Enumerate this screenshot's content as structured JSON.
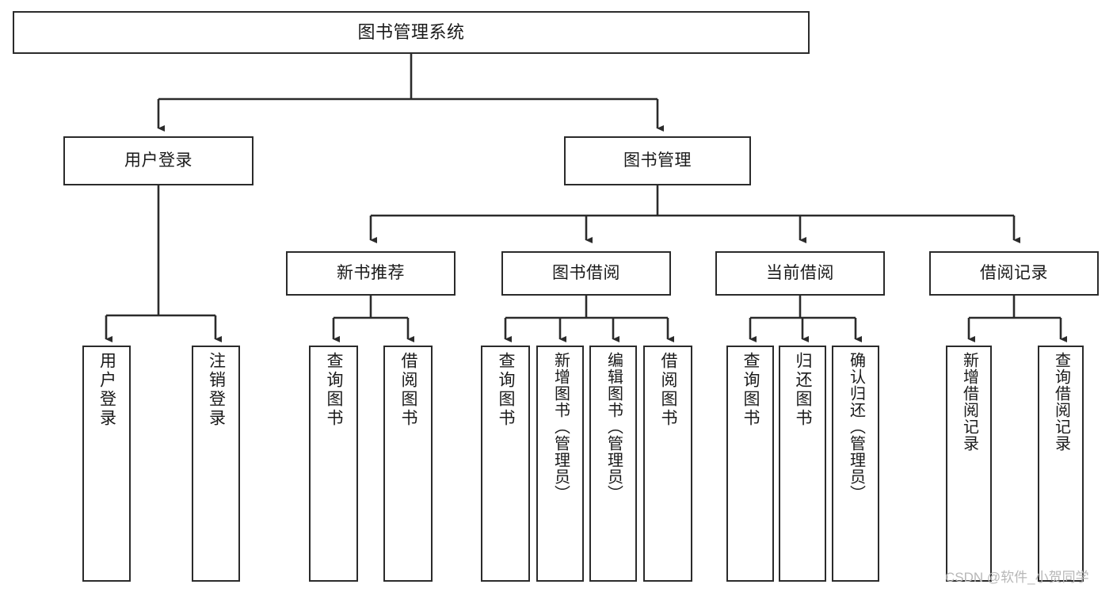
{
  "diagram": {
    "title": "图书管理系统",
    "type": "tree-hierarchy",
    "root": {
      "id": "root",
      "label": "图书管理系统"
    },
    "level2": [
      {
        "id": "user-login",
        "label": "用户登录"
      },
      {
        "id": "book-manage",
        "label": "图书管理"
      }
    ],
    "level3": [
      {
        "id": "new-book-rec",
        "label": "新书推荐",
        "parent": "book-manage"
      },
      {
        "id": "book-borrow",
        "label": "图书借阅",
        "parent": "book-manage"
      },
      {
        "id": "current-borrow",
        "label": "当前借阅",
        "parent": "book-manage"
      },
      {
        "id": "borrow-record",
        "label": "借阅记录",
        "parent": "book-manage"
      }
    ],
    "leaves": [
      {
        "id": "leaf-user-login",
        "label": "用户登录",
        "parent": "user-login"
      },
      {
        "id": "leaf-user-logout",
        "label": "注销登录",
        "parent": "user-login"
      },
      {
        "id": "leaf-rec-query",
        "label": "查询图书",
        "parent": "new-book-rec"
      },
      {
        "id": "leaf-rec-borrow",
        "label": "借阅图书",
        "parent": "new-book-rec"
      },
      {
        "id": "leaf-borrow-query",
        "label": "查询图书",
        "parent": "book-borrow"
      },
      {
        "id": "leaf-borrow-add",
        "label": "新增图书（管理员）",
        "parent": "book-borrow"
      },
      {
        "id": "leaf-borrow-edit",
        "label": "编辑图书（管理员）",
        "parent": "book-borrow"
      },
      {
        "id": "leaf-borrow-lend",
        "label": "借阅图书",
        "parent": "book-borrow"
      },
      {
        "id": "leaf-cur-query",
        "label": "查询图书",
        "parent": "current-borrow"
      },
      {
        "id": "leaf-cur-return",
        "label": "归还图书",
        "parent": "current-borrow"
      },
      {
        "id": "leaf-cur-confirm",
        "label": "确认归还（管理员）",
        "parent": "current-borrow"
      },
      {
        "id": "leaf-rec-add",
        "label": "新增借阅记录",
        "parent": "borrow-record"
      },
      {
        "id": "leaf-rec-query2",
        "label": "查询借阅记录",
        "parent": "borrow-record"
      }
    ],
    "watermark": "CSDN @软件_小贺同学",
    "colors": {
      "stroke": "#2b2b2b",
      "background": "#ffffff",
      "text": "#1a1a1a",
      "watermark": "#b7b7b7"
    }
  }
}
